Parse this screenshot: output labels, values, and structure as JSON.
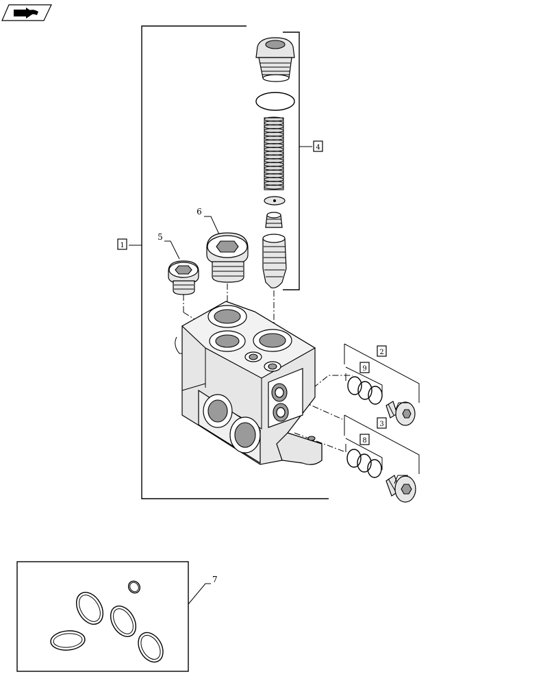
{
  "diagram": {
    "callouts": {
      "item_1": "1",
      "item_2": "2",
      "item_3": "3",
      "item_4": "4",
      "item_5": "5",
      "item_6": "6",
      "item_7": "7",
      "item_8": "8",
      "item_9": "9"
    }
  },
  "icons": {
    "nav": "arrow-book-icon"
  }
}
